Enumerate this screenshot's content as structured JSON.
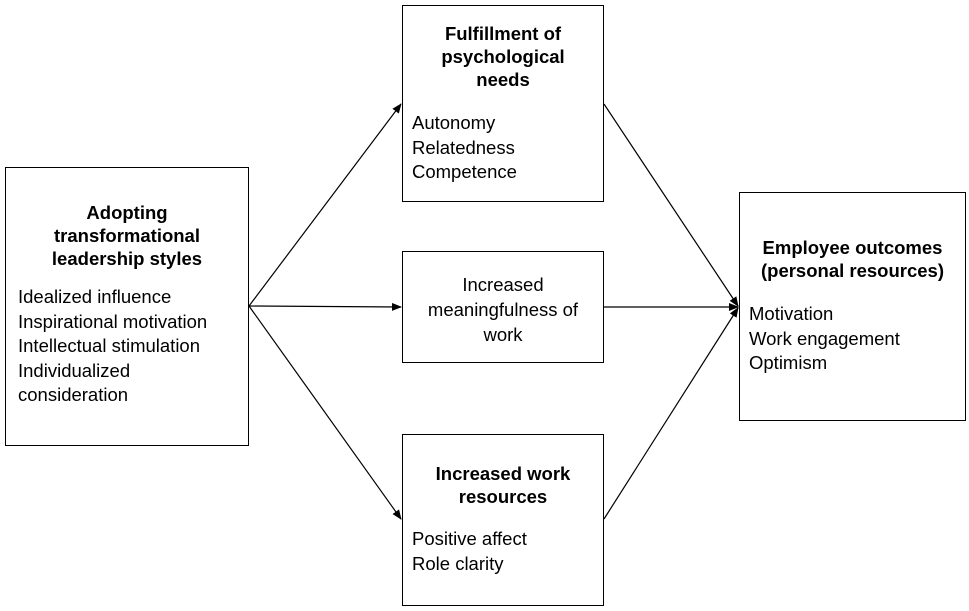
{
  "diagram": {
    "left": {
      "title_lines": [
        "Adopting",
        "transformational",
        "leadership styles"
      ],
      "items": [
        "Idealized influence",
        "Inspirational motivation",
        "Intellectual stimulation",
        "Individualized",
        "consideration"
      ]
    },
    "top": {
      "title_lines": [
        "Fulfillment of",
        "psychological",
        "needs"
      ],
      "items": [
        "Autonomy",
        "Relatedness",
        "Competence"
      ]
    },
    "middle": {
      "text_lines": [
        "Increased",
        "meaningfulness of",
        "work"
      ]
    },
    "bottom": {
      "title_lines": [
        "Increased work",
        "resources"
      ],
      "items": [
        "Positive affect",
        "Role clarity"
      ]
    },
    "right": {
      "title_lines": [
        "Employee outcomes",
        "(personal resources)"
      ],
      "items": [
        "Motivation",
        "Work engagement",
        "Optimism"
      ]
    },
    "edges": [
      {
        "from": "left",
        "to": "top"
      },
      {
        "from": "left",
        "to": "middle"
      },
      {
        "from": "left",
        "to": "bottom"
      },
      {
        "from": "top",
        "to": "right"
      },
      {
        "from": "middle",
        "to": "right"
      },
      {
        "from": "bottom",
        "to": "right"
      }
    ]
  }
}
